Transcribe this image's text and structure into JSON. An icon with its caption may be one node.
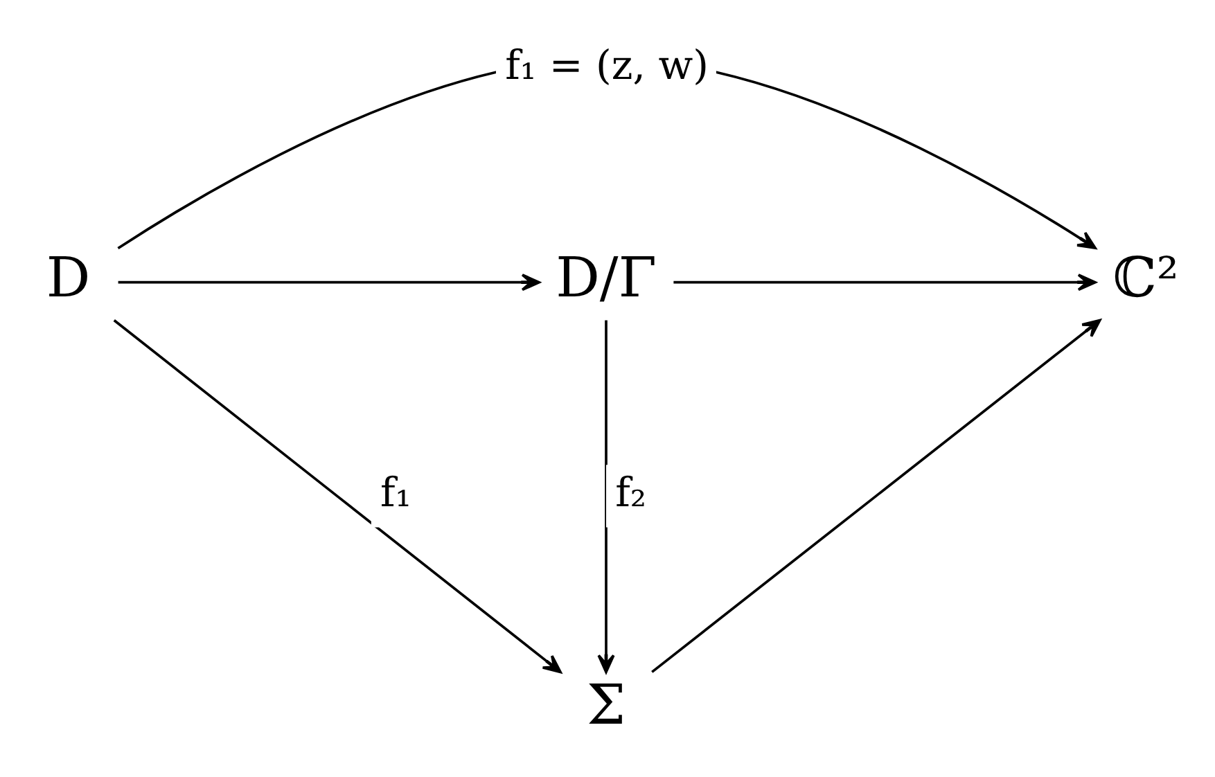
{
  "diagram": {
    "nodes": [
      {
        "text": [
          "D"
        ]
      },
      {
        "text": [
          "D/Γ"
        ]
      },
      {
        "text": [
          "ℂ²"
        ]
      },
      {
        "text": [
          "Σ"
        ]
      }
    ],
    "edges": [
      {
        "from": 0,
        "to": 2,
        "arrow": "to",
        "label": "f₁ = (z, w)"
      },
      {
        "from": 0,
        "to": 1,
        "arrow": "to"
      },
      {
        "from": 1,
        "to": 2,
        "arrow": "to"
      },
      {
        "from": 0,
        "to": 3,
        "arrow": "to",
        "label": "f₁"
      },
      {
        "from": 1,
        "to": 3,
        "arrow": "to",
        "label": "f₂"
      },
      {
        "from": 3,
        "to": 2,
        "arrow": "to"
      }
    ]
  }
}
